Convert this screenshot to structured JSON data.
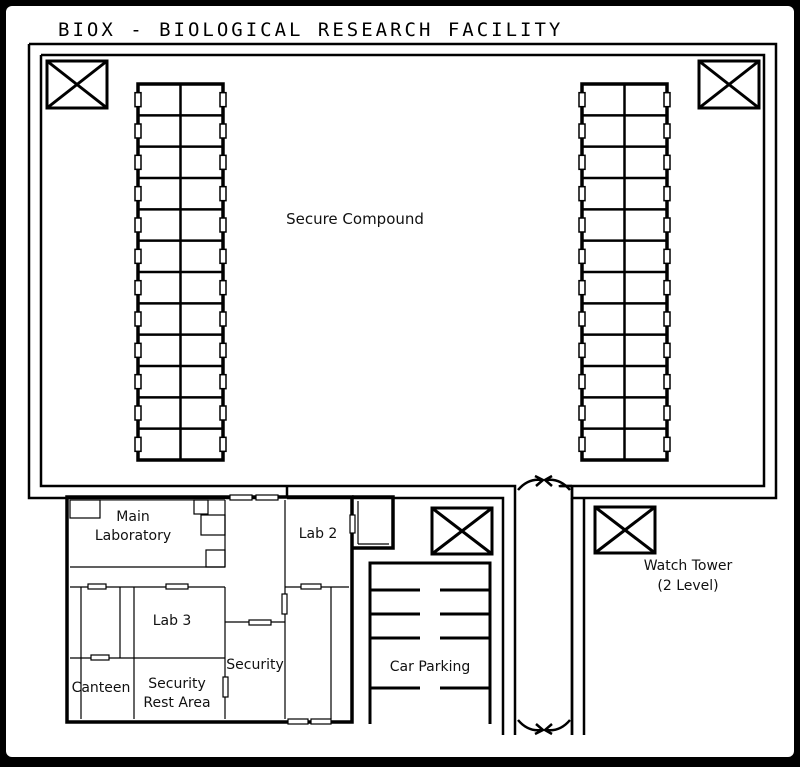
{
  "title": "BIOX - BIOLOGICAL RESEARCH FACILITY",
  "labels": {
    "secure_compound": "Secure Compound",
    "main_laboratory_1": "Main",
    "main_laboratory_2": "Laboratory",
    "lab2": "Lab 2",
    "lab3": "Lab 3",
    "security": "Security",
    "canteen": "Canteen",
    "security_rest_1": "Security",
    "security_rest_2": "Rest Area",
    "car_parking": "Car Parking",
    "watch_tower_1": "Watch Tower",
    "watch_tower_2": "(2 Level)"
  },
  "colors": {
    "background": "#ffffff",
    "frame": "#000000",
    "ink": "#111111"
  }
}
